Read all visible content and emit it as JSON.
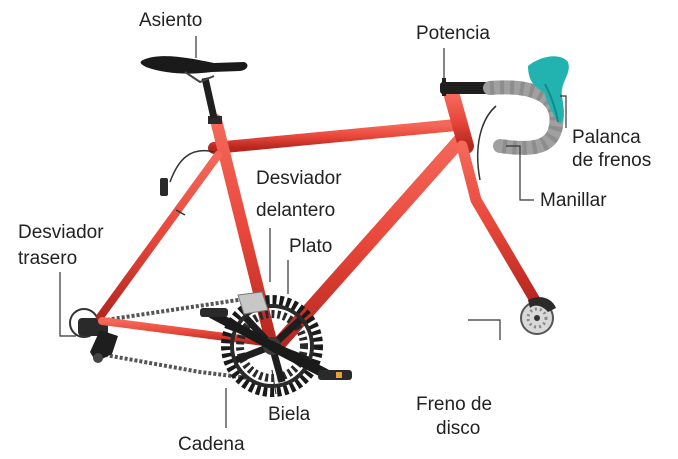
{
  "diagram": {
    "colors": {
      "frame": "#e8473a",
      "frame_dark": "#b5261f",
      "metal": "#2a2a2a",
      "bar_tape": "#9a9a9a",
      "lever": "#22b3b0",
      "leader_line": "#333333",
      "text": "#222222"
    },
    "labels": {
      "seat": "Asiento",
      "stem": "Potencia",
      "brake_lever_1": "Palanca",
      "brake_lever_2": "de frenos",
      "handlebar": "Manillar",
      "front_derailleur_1": "Desviador",
      "front_derailleur_2": "delantero",
      "chainring": "Plato",
      "rear_derailleur_1": "Desviador",
      "rear_derailleur_2": "trasero",
      "disc_brake_1": "Freno de",
      "disc_brake_2": "disco",
      "crank": "Biela",
      "chain": "Cadena"
    }
  }
}
